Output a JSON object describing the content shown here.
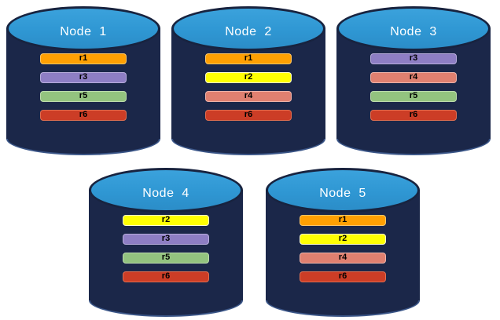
{
  "nodes": [
    {
      "name": "Node  1",
      "replicas": [
        "r1",
        "r3",
        "r5",
        "r6"
      ]
    },
    {
      "name": "Node  2",
      "replicas": [
        "r1",
        "r2",
        "r4",
        "r6"
      ]
    },
    {
      "name": "Node  3",
      "replicas": [
        "r3",
        "r4",
        "r5",
        "r6"
      ]
    },
    {
      "name": "Node  4",
      "replicas": [
        "r2",
        "r3",
        "r5",
        "r6"
      ]
    },
    {
      "name": "Node  5",
      "replicas": [
        "r1",
        "r2",
        "r4",
        "r6"
      ]
    }
  ],
  "palette": {
    "r1": {
      "fill": "#FFA003",
      "border": "#FFC766"
    },
    "r2": {
      "fill": "#FFFF03",
      "border": "#FFFFCC"
    },
    "r3": {
      "fill": "#8E7EC4",
      "border": "#B8ADDC"
    },
    "r4": {
      "fill": "#E08070",
      "border": "#EDB3A9"
    },
    "r5": {
      "fill": "#93C37F",
      "border": "#BDDCAD"
    },
    "r6": {
      "fill": "#CC3D26",
      "border": "#E06E50"
    }
  },
  "colors": {
    "cylinder_body": "#1B2749",
    "cylinder_top_fill": "#2F97D3",
    "cylinder_edge_highlight": "#3A5587",
    "node_title_color": "#FFFFFF",
    "bar_text_color": "#000000",
    "background": "#FFFFFF"
  }
}
